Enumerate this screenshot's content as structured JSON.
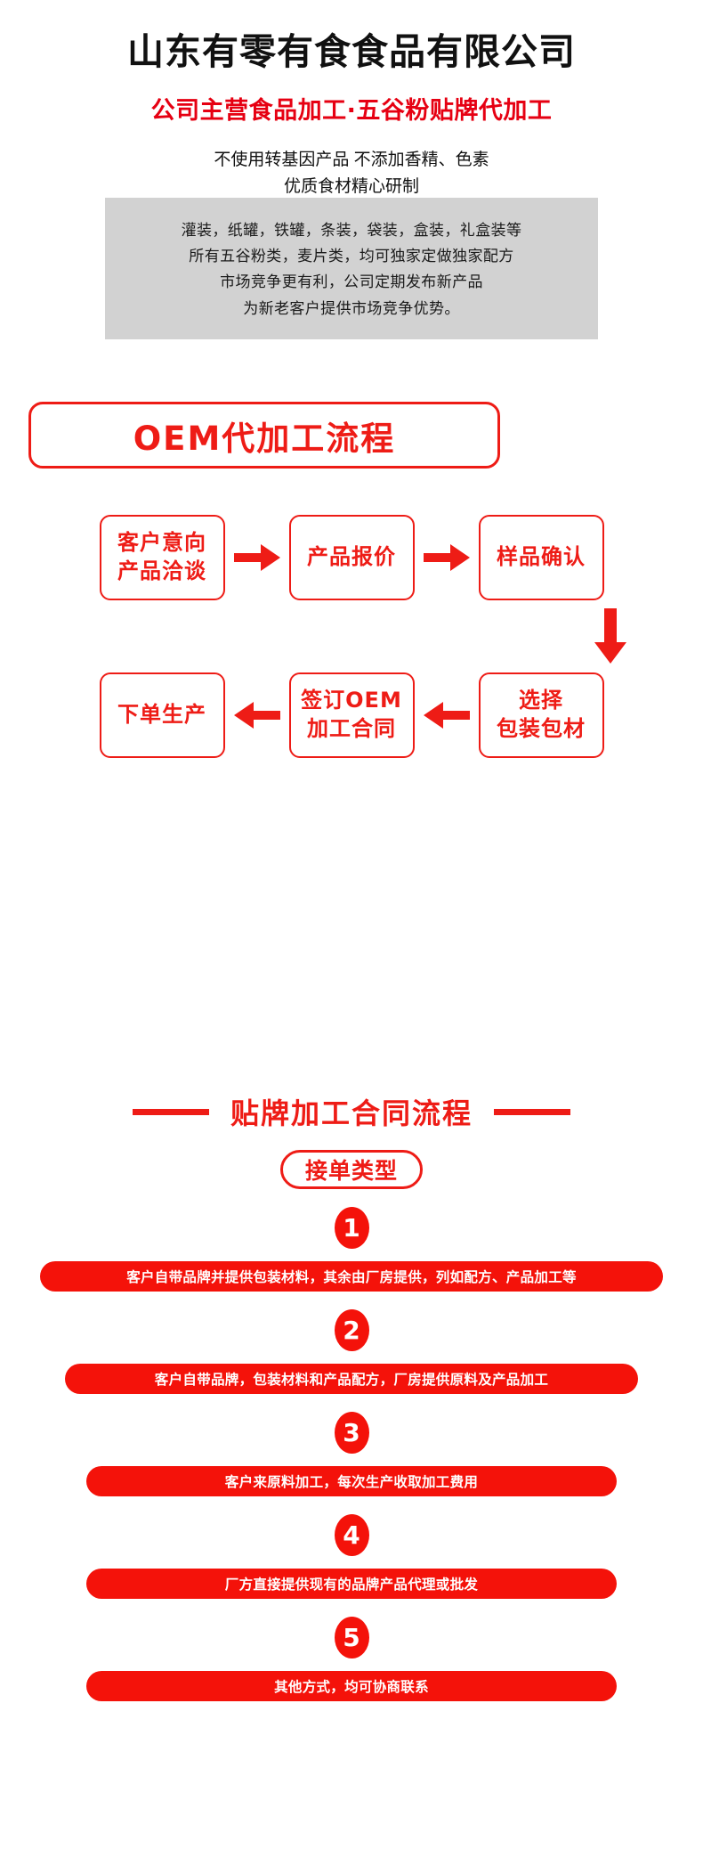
{
  "header": {
    "company_title": "山东有零有食食品有限公司",
    "subtitle": "公司主营食品加工·五谷粉贴牌代加工",
    "desc_line1": "不使用转基因产品 不添加香精、色素",
    "desc_line2": "优质食材精心研制"
  },
  "gray_box": {
    "line1": "灌装，纸罐，铁罐，条装，袋装，盒装，礼盒装等",
    "line2": "所有五谷粉类，麦片类，均可独家定做独家配方",
    "line3": "市场竞争更有利，公司定期发布新产品",
    "line4": "为新老客户提供市场竞争优势。"
  },
  "oem": {
    "banner_title": "OEM代加工流程",
    "row1": [
      {
        "label_line1": "客户意向",
        "label_line2": "产品洽谈"
      },
      {
        "label_line1": "产品报价",
        "label_line2": ""
      },
      {
        "label_line1": "样品确认",
        "label_line2": ""
      }
    ],
    "row2": [
      {
        "label_line1": "下单生产",
        "label_line2": ""
      },
      {
        "label_line1": "签订OEM",
        "label_line2": "加工合同"
      },
      {
        "label_line1": "选择",
        "label_line2": "包装包材"
      }
    ],
    "arrow_right": "➜",
    "arrow_left": "⬅",
    "arrow_down": "⬇"
  },
  "contract": {
    "section_title": "贴牌加工合同流程",
    "type_pill": "接单类型",
    "items": [
      {
        "number": "1",
        "text": "客户自带品牌并提供包装材料，其余由厂房提供，列如配方、产品加工等"
      },
      {
        "number": "2",
        "text": "客户自带品牌，包装材料和产品配方，厂房提供原料及产品加工"
      },
      {
        "number": "3",
        "text": "客户来原料加工，每次生产收取加工费用"
      },
      {
        "number": "4",
        "text": "厂方直接提供现有的品牌产品代理或批发"
      },
      {
        "number": "5",
        "text": "其他方式，均可协商联系"
      }
    ]
  },
  "colors": {
    "brand_red": "#ee1c16",
    "bar_red": "#f4120a",
    "gray_panel": "#d2d2d2",
    "text_black": "#111111"
  }
}
